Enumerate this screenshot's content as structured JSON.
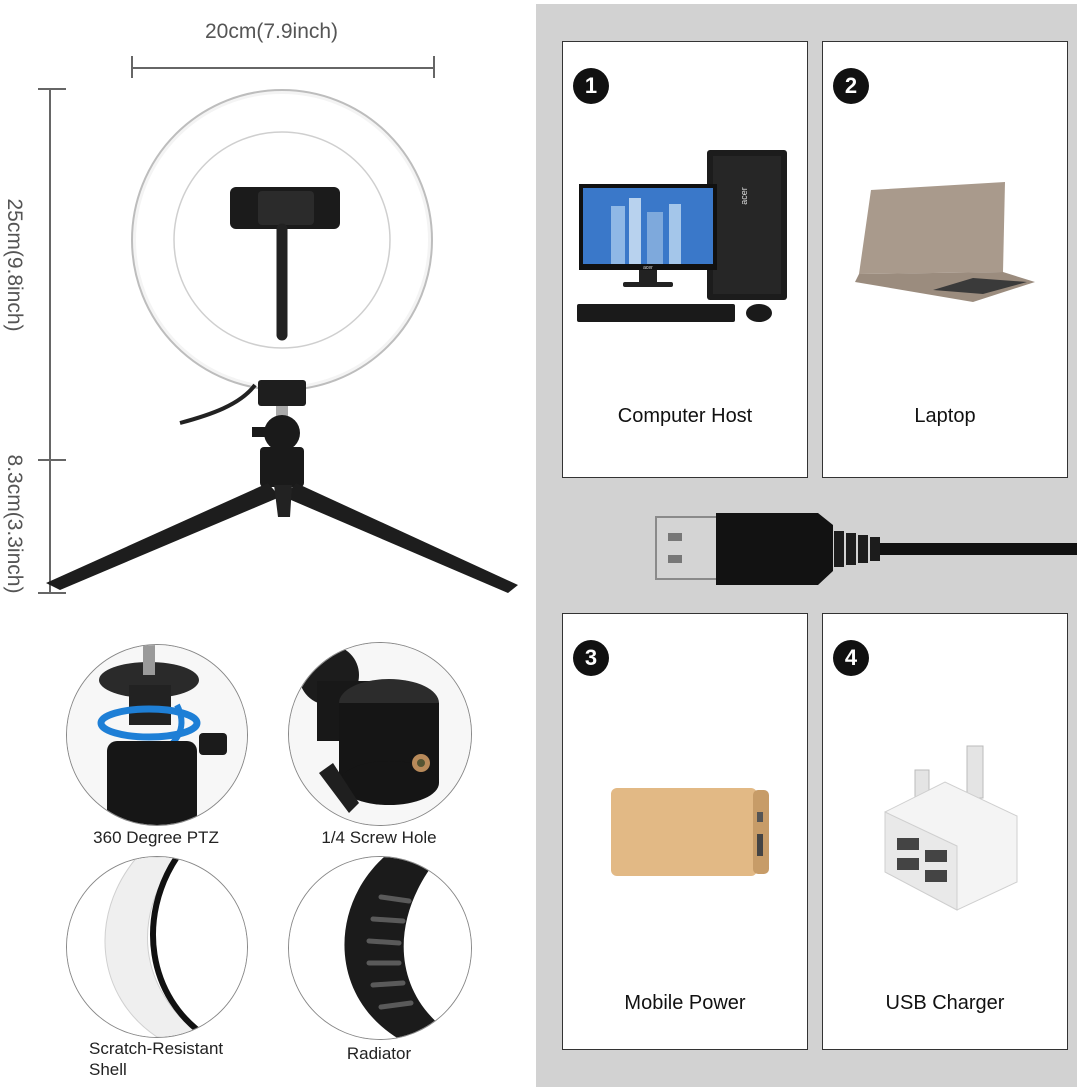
{
  "dimensions": {
    "width": "20cm(7.9inch)",
    "height": "25cm(9.8inch)",
    "tripod_height": "8.3cm(3.3inch)"
  },
  "features": [
    {
      "label": "360 Degree PTZ"
    },
    {
      "label": "1/4 Screw Hole"
    },
    {
      "label": "Scratch-Resistant\nShell"
    },
    {
      "label": "Radiator"
    }
  ],
  "devices": [
    {
      "number": "1",
      "label": "Computer Host"
    },
    {
      "number": "2",
      "label": "Laptop"
    },
    {
      "number": "3",
      "label": "Mobile Power"
    },
    {
      "number": "4",
      "label": "USB Charger"
    }
  ],
  "logo_texts": {
    "monitor_brand": "acer",
    "tower_brand": "acer"
  },
  "colors": {
    "panel_bg": "#d2d2d2",
    "badge": "#111111",
    "powerbank": "#e2b985",
    "rotation_arrow": "#1e7fd6"
  }
}
